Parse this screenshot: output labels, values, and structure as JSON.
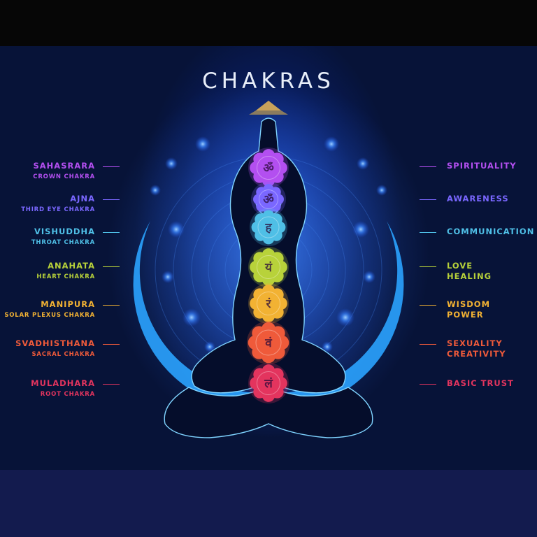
{
  "title": "CHAKRAS",
  "chakras": [
    {
      "name": "SAHASRARA",
      "sub": "CROWN CHAKRA",
      "meaning": [
        "SPIRITUALITY"
      ],
      "color": "#b34ff0",
      "glyph": "ॐ"
    },
    {
      "name": "AJNA",
      "sub": "THIRD EYE CHAKRA",
      "meaning": [
        "AWARENESS"
      ],
      "color": "#7a67ff",
      "glyph": "ॐ"
    },
    {
      "name": "VISHUDDHA",
      "sub": "THROAT CHAKRA",
      "meaning": [
        "COMMUNICATION"
      ],
      "color": "#4fbfe6",
      "glyph": "ह"
    },
    {
      "name": "ANAHATA",
      "sub": "HEART CHAKRA",
      "meaning": [
        "LOVE",
        "HEALING"
      ],
      "color": "#b8d23a",
      "glyph": "यं"
    },
    {
      "name": "MANIPURA",
      "sub": "SOLAR PLEXUS CHAKRA",
      "meaning": [
        "WISDOM",
        "POWER"
      ],
      "color": "#f2b233",
      "glyph": "रं"
    },
    {
      "name": "SVADHISTHANA",
      "sub": "SACRAL CHAKRA",
      "meaning": [
        "SEXUALITY",
        "CREATIVITY"
      ],
      "color": "#ef5a3a",
      "glyph": "वं"
    },
    {
      "name": "MULADHARA",
      "sub": "ROOT CHAKRA",
      "meaning": [
        "BASIC TRUST"
      ],
      "color": "#e3345e",
      "glyph": "लं"
    }
  ]
}
